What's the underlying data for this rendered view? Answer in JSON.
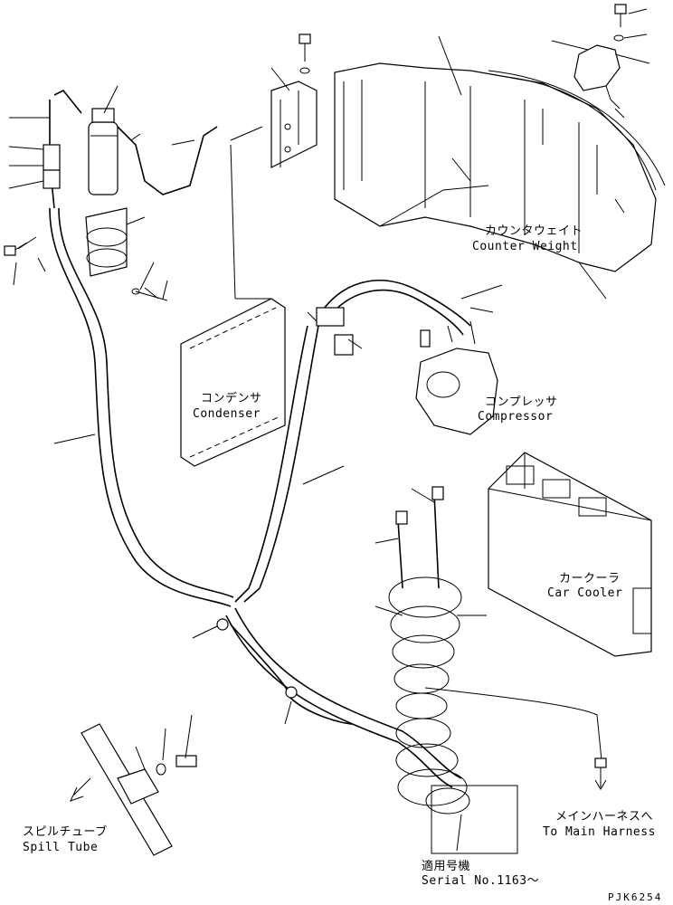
{
  "labels": {
    "counter_weight_jp": "カウンタウェイト",
    "counter_weight_en": "Counter Weight",
    "condenser_jp": "コンデンサ",
    "condenser_en": "Condenser",
    "compressor_jp": "コンプレッサ",
    "compressor_en": "Compressor",
    "car_cooler_jp": "カークーラ",
    "car_cooler_en": "Car Cooler",
    "spill_tube_jp": "スピルチューブ",
    "spill_tube_en": "Spill Tube",
    "main_harness_jp": "メインハーネスへ",
    "main_harness_en": "To Main Harness",
    "serial_jp": "適用号機",
    "serial_en": "Serial No.1163～",
    "drawing_code": "PJK6254"
  }
}
